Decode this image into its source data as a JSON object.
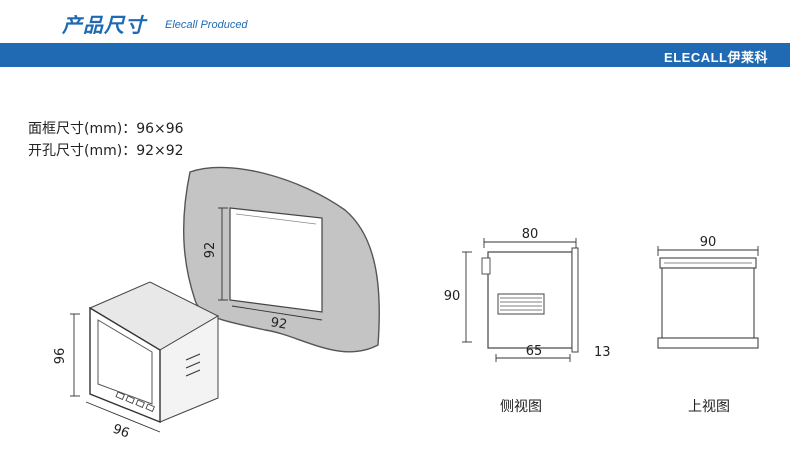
{
  "header": {
    "title_cn": "产品尺寸",
    "title_en": "Elecall Produced",
    "brand": "ELECALL伊莱科"
  },
  "specs": {
    "frame_size": "面框尺寸(mm)：96×96",
    "cutout_size": "开孔尺寸(mm)：92×92"
  },
  "dims": {
    "cutout_h": "92",
    "cutout_w": "92",
    "front_h": "96",
    "front_w": "96",
    "side_depth": "80",
    "side_h": "90",
    "side_body": "65",
    "side_front": "13",
    "top_w": "90"
  },
  "captions": {
    "side_view": "侧视图",
    "top_view": "上视图"
  },
  "colors": {
    "brand_blue": "#1f6ab3",
    "panel_gray": "#bdbdbd"
  }
}
